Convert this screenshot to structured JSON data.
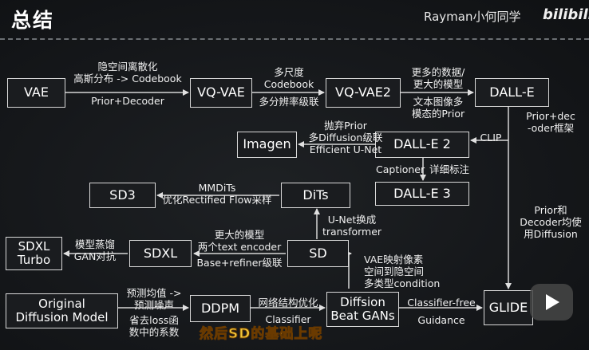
{
  "header": {
    "title": "总结",
    "channel": "Rayman小何同学",
    "logo": "bilibili"
  },
  "nodes": {
    "vae": "VAE",
    "vqvae": "VQ-VAE",
    "vqvae2": "VQ-VAE2",
    "dalle": "DALL-E",
    "imagen": "Imagen",
    "dalle2": "DALL-E 2",
    "dalle3": "DALL-E 3",
    "sd3": "SD3",
    "dits": "DiTs",
    "sdxl_turbo": "SDXL\nTurbo",
    "sdxl": "SDXL",
    "sd": "SD",
    "original": "Original\nDiffusion Model",
    "ddpm": "DDPM",
    "beatgans": "Diffsion\nBeat GANs",
    "glide": "GLIDE"
  },
  "edges": {
    "vae_vqvae_top": "隐空间离散化\n高斯分布 -> Codebook",
    "vae_vqvae_bottom": "Prior+Decoder",
    "vqvae_vqvae2_top": "多尺度\nCodebook",
    "vqvae_vqvae2_bottom": "多分辨率级联",
    "vqvae2_dalle_top": "更多的数据/\n更大的模型",
    "vqvae2_dalle_bottom": "文本图像多\n模态的Prior",
    "dalle_glide": "Prior+dec\n-oder框架",
    "dalle2_imagen": "抛弃Prior\n多Diffusion级联\nEfficient U-Net",
    "clip": "CLIP",
    "captioner": "Captioner",
    "captioner_note": "详细标注",
    "dits_sd3": "MMDiTs\n优化Rectified Flow采样",
    "sd_dits": "U-Net换成\ntransformer",
    "sd_sdxl_top": "更大的模型\n两个text encoder",
    "sd_sdxl_bottom": "Base+refiner级联",
    "sdxl_turbo": "模型蒸馏\nGAN对抗",
    "beatgans_sd": "VAE映射像素\n空间到隐空间\n多类型condition",
    "glide_prior": "Prior和\nDecoder均使\n用Diffusion",
    "original_ddpm_top": "预测均值 ->\n预测噪声",
    "original_ddpm_bottom": "省去loss函\n数中的系数",
    "ddpm_beatgans_top": "网络结构优化",
    "ddpm_beatgans_bottom": "Classifier",
    "beatgans_glide_top": "Classifier-free",
    "beatgans_glide_bottom": "Guidance"
  },
  "subtitle": "然后SD的基础上呢"
}
